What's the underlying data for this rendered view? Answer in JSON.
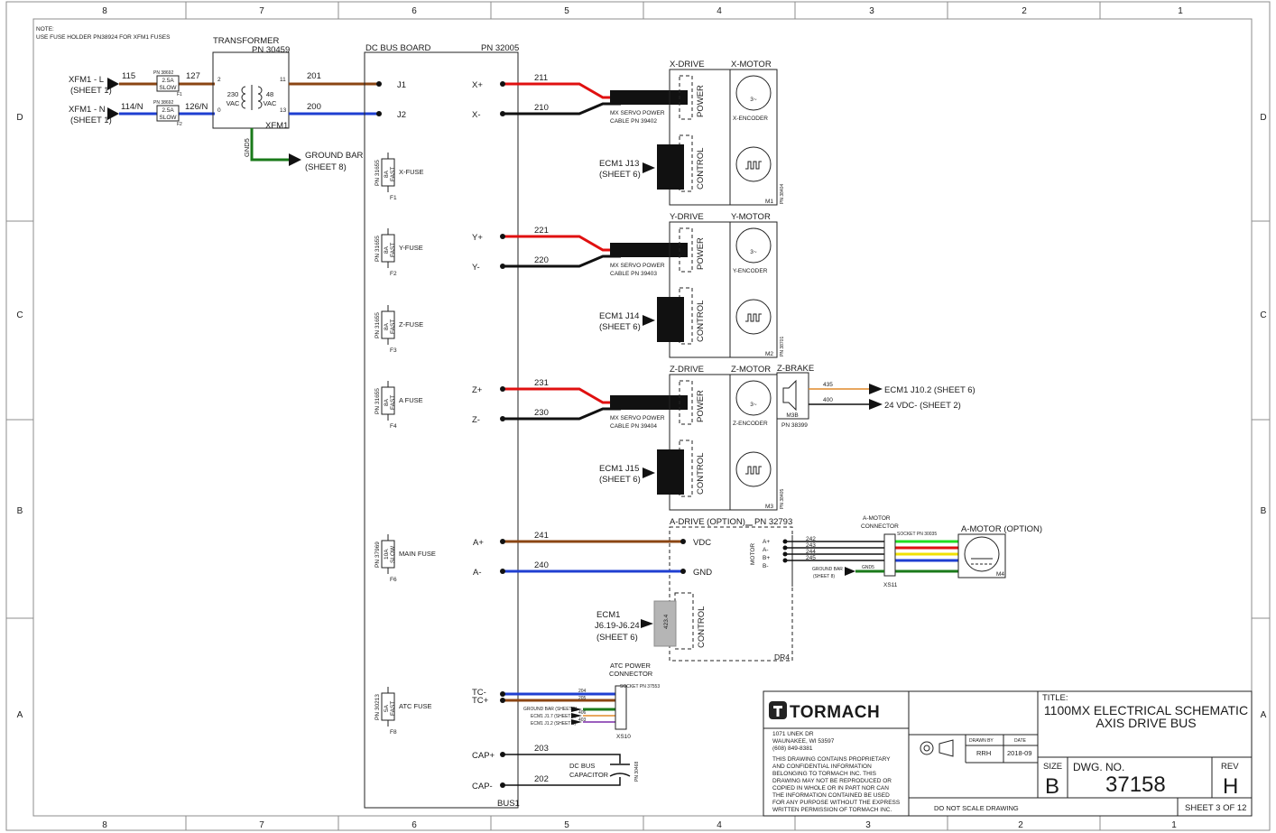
{
  "frame": {
    "columns": [
      "8",
      "7",
      "6",
      "5",
      "4",
      "3",
      "2",
      "1"
    ],
    "rows": [
      "D",
      "C",
      "B",
      "A"
    ]
  },
  "note": {
    "heading": "NOTE:",
    "text": "USE FUSE HOLDER PN38924 FOR XFM1 FUSES"
  },
  "inputs": {
    "line": {
      "label": "XFM1 - L",
      "sheet": "(SHEET 1)",
      "wire_in": "115",
      "wire_out": "127",
      "fuse_pn": "PN 38692",
      "fuse_rating": "2.5A",
      "fuse_type": "SLOW",
      "fuse_ref": "F1"
    },
    "neutral": {
      "label": "XFM1 - N",
      "sheet": "(SHEET 1)",
      "wire_in": "114/N",
      "wire_out": "126/N",
      "fuse_pn": "PN 38692",
      "fuse_rating": "2.5A",
      "fuse_type": "SLOW",
      "fuse_ref": "F2"
    }
  },
  "transformer": {
    "title": "TRANSFORMER",
    "pn": "PN 30459",
    "ref": "XFM1",
    "primary_v": "230",
    "primary_unit": "VAC",
    "secondary_v": "48",
    "secondary_unit": "VAC",
    "pin_2": "2",
    "pin_0": "0",
    "pin_11": "11",
    "pin_13": "13",
    "gnd_label": "GND5",
    "wire_j1": "201",
    "wire_j2": "200",
    "ground_bar": "GROUND BAR",
    "ground_sheet": "(SHEET 8)"
  },
  "busboard": {
    "title": "DC BUS BOARD",
    "pn": "PN 32005",
    "ref": "BUS1",
    "j1": "J1",
    "j2": "J2",
    "fuses": [
      {
        "pn": "PN 31655",
        "rating": "8A",
        "type": "FAST",
        "name": "X-FUSE",
        "ref": "F1"
      },
      {
        "pn": "PN 31655",
        "rating": "8A",
        "type": "FAST",
        "name": "Y-FUSE",
        "ref": "F2"
      },
      {
        "pn": "PN 31655",
        "rating": "8A",
        "type": "FAST",
        "name": "Z-FUSE",
        "ref": "F3"
      },
      {
        "pn": "PN 31655",
        "rating": "8A",
        "type": "FAST",
        "name": "A FUSE",
        "ref": "F4"
      },
      {
        "pn": "PN 37969",
        "rating": "10A",
        "type": "SLOW",
        "name": "MAIN FUSE",
        "ref": "F6"
      },
      {
        "pn": "PN 30213",
        "rating": "5A",
        "type": "FAST",
        "name": "ATC FUSE",
        "ref": "F8"
      }
    ]
  },
  "axes": [
    {
      "plus": "X+",
      "minus": "X-",
      "wire_plus": "211",
      "wire_minus": "210",
      "cable": "MX SERVO POWER",
      "cable_pn": "CABLE PN 39402",
      "ecm": "ECM1 J13",
      "ecm_sheet": "(SHEET 6)",
      "drive": "X-DRIVE",
      "motor": "X-MOTOR",
      "encoder": "X-ENCODER",
      "power": "POWER",
      "control": "CONTROL",
      "phase": "3~",
      "motor_ref": "M1",
      "motor_pn": "PN 38404"
    },
    {
      "plus": "Y+",
      "minus": "Y-",
      "wire_plus": "221",
      "wire_minus": "220",
      "cable": "MX SERVO POWER",
      "cable_pn": "CABLE PN 39403",
      "ecm": "ECM1 J14",
      "ecm_sheet": "(SHEET 6)",
      "drive": "Y-DRIVE",
      "motor": "Y-MOTOR",
      "encoder": "Y-ENCODER",
      "power": "POWER",
      "control": "CONTROL",
      "phase": "3~",
      "motor_ref": "M2",
      "motor_pn": "PN 38701"
    },
    {
      "plus": "Z+",
      "minus": "Z-",
      "wire_plus": "231",
      "wire_minus": "230",
      "cable": "MX SERVO POWER",
      "cable_pn": "CABLE PN 39404",
      "ecm": "ECM1 J15",
      "ecm_sheet": "(SHEET 6)",
      "drive": "Z-DRIVE",
      "motor": "Z-MOTOR",
      "encoder": "Z-ENCODER",
      "power": "POWER",
      "control": "CONTROL",
      "phase": "3~",
      "motor_ref": "M3",
      "motor_pn": "PN 38405"
    }
  ],
  "zbrake": {
    "title": "Z-BRAKE",
    "ref": "M3B",
    "pn": "PN 38399",
    "wire_a": "435",
    "wire_b": "400",
    "target_a": "ECM1 J10.2 (SHEET 6)",
    "target_b": "24 VDC- (SHEET 2)"
  },
  "adrive": {
    "title": "A-DRIVE (OPTION)",
    "pn": "PN 32793",
    "ref": "DR4",
    "plus": "A+",
    "minus": "A-",
    "wire_plus": "241",
    "wire_minus": "240",
    "vdc": "VDC",
    "gnd": "GND",
    "control": "CONTROL",
    "motor_label": "MOTOR",
    "pins": [
      "A+",
      "A-",
      "B+",
      "B-"
    ],
    "wires": [
      "242",
      "243",
      "244",
      "245"
    ],
    "ecm": "ECM1",
    "ecm_pins": "J6.19-J6.24",
    "ecm_sheet": "(SHEET 6)",
    "ecm_part": "423.4",
    "connector_title": "A-MOTOR",
    "connector_sub": "CONNECTOR",
    "socket": "SOCKET PN 30035",
    "connector_ref": "XS11",
    "ground_bar": "GROUND BAR",
    "ground_sheet": "(SHEET 8)",
    "gnd_label": "GND5",
    "motor_title": "A-MOTOR (OPTION)",
    "motor_ref": "M4"
  },
  "atc": {
    "tcm": "TC-",
    "tcp": "TC+",
    "title": "ATC POWER",
    "sub": "CONNECTOR",
    "socket": "SOCKET PN 37553",
    "ref": "XS10",
    "wires": [
      "204",
      "205",
      "406",
      "403"
    ],
    "ground": "GROUND BAR (SHEET 8)",
    "ecm_a": "ECM1 J1.7 (SHEET 6)",
    "ecm_b": "ECM1 J1.2 (SHEET 6)"
  },
  "capacitor": {
    "plus": "CAP+",
    "minus": "CAP-",
    "wire_plus": "203",
    "wire_minus": "202",
    "label_a": "DC BUS",
    "label_b": "CAPACITOR",
    "pn": "PN 30468"
  },
  "titleblock": {
    "logo": "TORMACH",
    "addr1": "1071 UNEK DR",
    "addr2": "WAUNAKEE, WI 53597",
    "phone": "(608) 849-8381",
    "legal": [
      "THIS DRAWING CONTAINS PROPRIETARY",
      "AND CONFIDENTIAL INFORMATION",
      "BELONGING TO TORMACH INC. THIS",
      "DRAWING MAY NOT BE REPRODUCED OR",
      "COPIED IN WHOLE OR IN PART NOR CAN",
      "THE INFORMATION CONTAINED BE USED",
      "FOR ANY PURPOSE WITHOUT THE EXPRESS",
      "WRITTEN PERMISSION OF TORMACH INC."
    ],
    "drawn_by_label": "DRAWN BY",
    "drawn_by": "RRH",
    "date_label": "DATE",
    "date": "2018-09",
    "title_label": "TITLE:",
    "title_1": "1100MX ELECTRICAL SCHEMATIC",
    "title_2": "AXIS DRIVE BUS",
    "size_label": "SIZE",
    "size": "B",
    "dwg_label": "DWG. NO.",
    "dwg": "37158",
    "rev_label": "REV",
    "rev": "H",
    "noscale": "DO NOT SCALE DRAWING",
    "sheet": "SHEET 3 OF 12"
  },
  "colors": {
    "brown": "#8b4513",
    "blue": "#1f3fd1",
    "green": "#1a7a1a",
    "red": "#e01010",
    "orange": "#e08a2a",
    "gray": "#b5b5b5",
    "lime": "#22dd22",
    "yellow": "#f0e000",
    "purple": "#7a2aa8",
    "ink": "#111111"
  }
}
